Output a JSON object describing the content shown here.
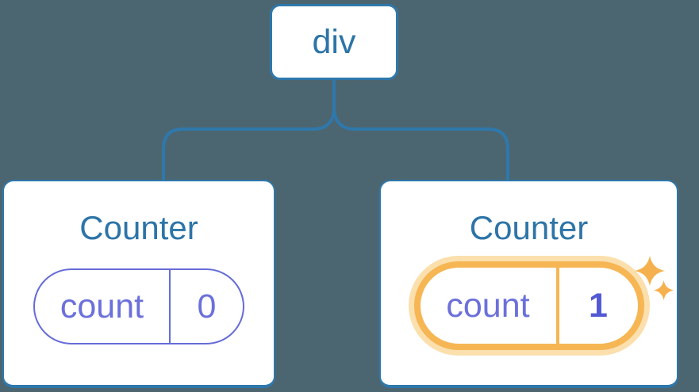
{
  "diagram": {
    "description": "React component tree with state",
    "background_color": "#4C6671",
    "connector_color": "#2E78AC",
    "root_node": {
      "label": "div"
    },
    "nodes": [
      {
        "title": "Counter",
        "highlighted": false,
        "state_pill": {
          "label": "count",
          "value": "0"
        }
      },
      {
        "title": "Counter",
        "highlighted": true,
        "state_pill": {
          "label": "count",
          "value": "1"
        }
      }
    ],
    "colors": {
      "card_background": "#FFFFFF",
      "card_border_blue": "#2E78AC",
      "title_text_blue": "#2D74A7",
      "pill_border_purple": "#666CD8",
      "pill_text_purple": "#6B70DB",
      "value_bold_purple": "#5359D4",
      "highlight_orange": "#F6B654",
      "highlight_halo": "#FBDFAD",
      "sparkle_orange": "#F5B14E"
    }
  }
}
